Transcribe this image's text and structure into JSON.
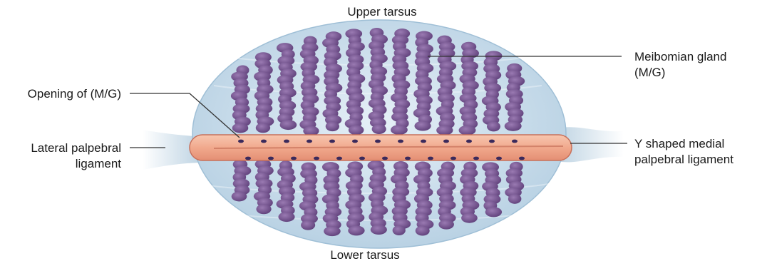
{
  "labels": {
    "upper_tarsus": "Upper tarsus",
    "lower_tarsus": "Lower tarsus",
    "meibomian_gland_line1": "Meibomian gland",
    "meibomian_gland_line2": "(M/G)",
    "opening_mg": "Opening of (M/G)",
    "lateral_line1": "Lateral palpebral",
    "lateral_line2": "ligament",
    "medial_line1": "Y shaped medial",
    "medial_line2": "palpebral ligament"
  },
  "colors": {
    "tarsus_fill": "#cfe0ec",
    "tarsus_edge": "#9fbfd6",
    "ligament": "#bcd3e3",
    "gland": "#7b5a94",
    "gland_dark": "#5e3f78",
    "margin_fill": "#f2b49a",
    "margin_edge": "#c8705a",
    "opening": "#3a2a5c",
    "leader": "#333333"
  }
}
